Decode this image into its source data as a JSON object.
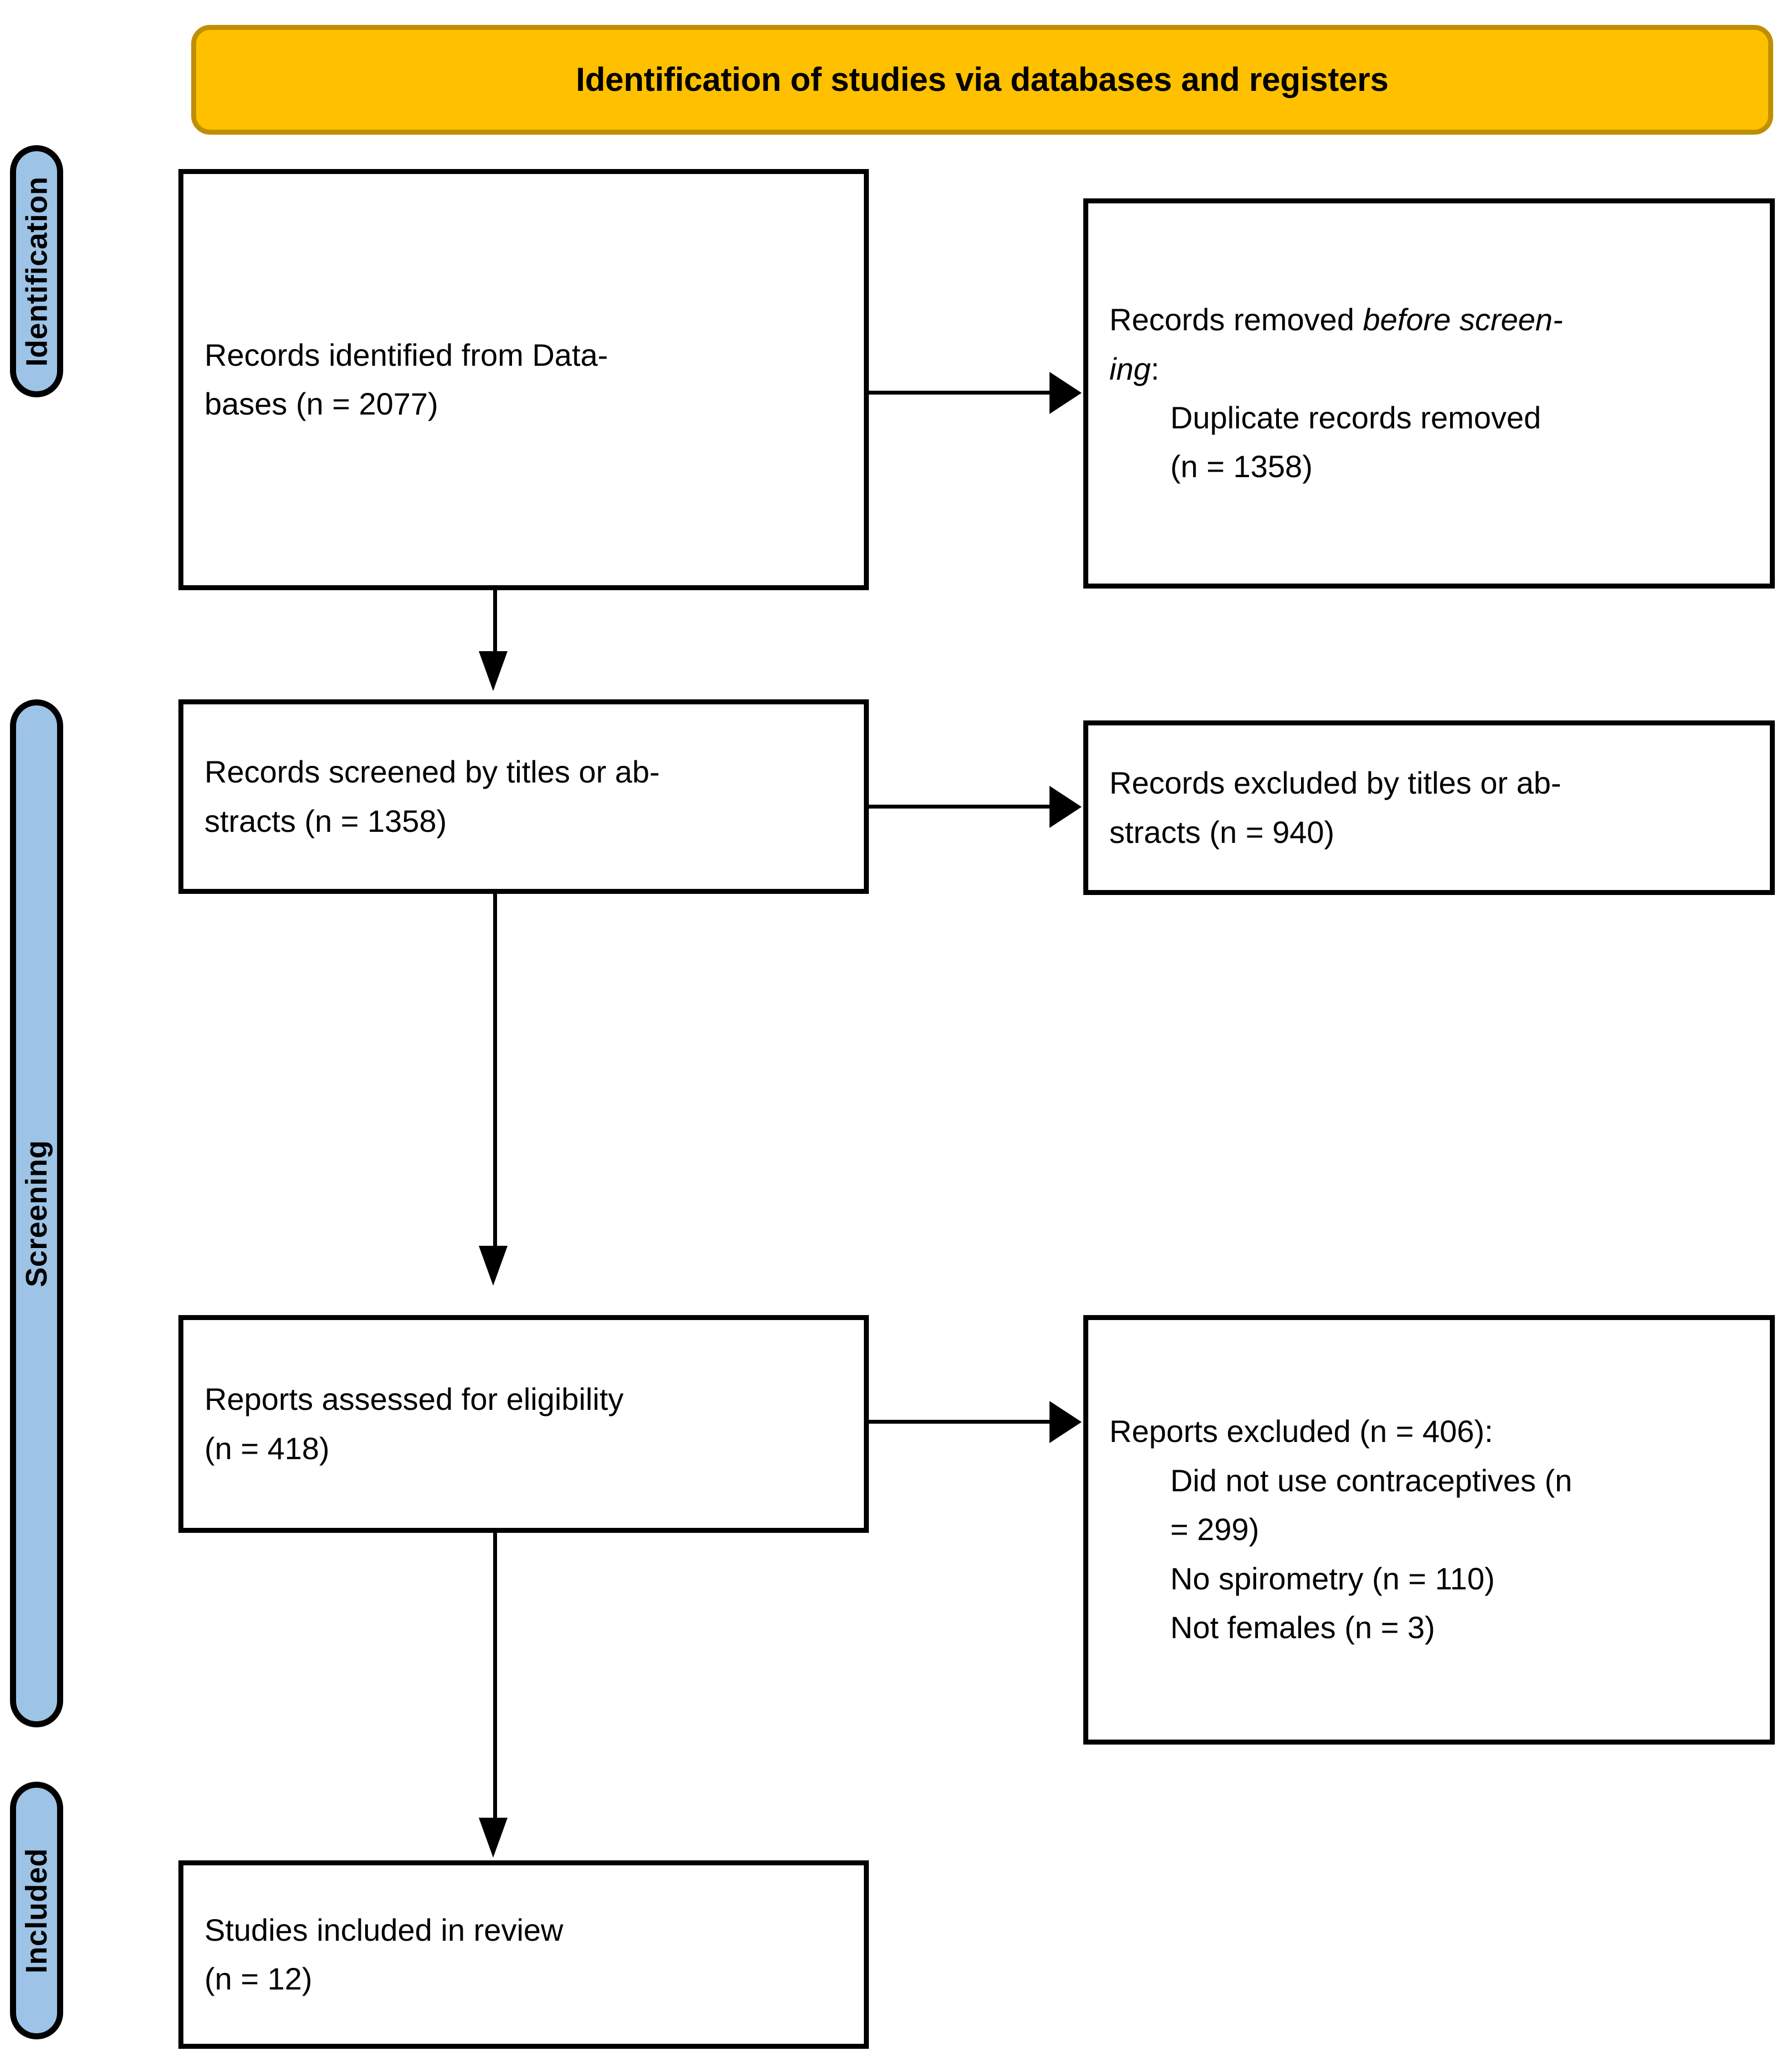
{
  "banner": {
    "title": "Identification of studies via databases and registers",
    "fill_color": "#FFC000",
    "border_color": "#BF8F00"
  },
  "stages": [
    {
      "key": "identification",
      "label": "Identification",
      "fill_color": "#9DC3E6"
    },
    {
      "key": "screening",
      "label": "Screening",
      "fill_color": "#9DC3E6"
    },
    {
      "key": "included",
      "label": "Included",
      "fill_color": "#9DC3E6"
    }
  ],
  "boxes": {
    "identified": {
      "line1": "Records identified from Data-",
      "line2": "bases (n = 2077)",
      "count": 2077
    },
    "removed": {
      "lead_plain": "Records removed ",
      "lead_italic": "before screen-",
      "lead_italic2": "ing",
      "lead_colon": ":",
      "item1": "Duplicate records removed",
      "item2": "(n = 1358)",
      "count": 1358
    },
    "screened": {
      "line1": "Records screened by titles or ab-",
      "line2": "stracts (n = 1358)",
      "count": 1358
    },
    "excluded_titles_abstracts": {
      "line1": "Records excluded by titles or ab-",
      "line2": "stracts (n = 940)",
      "count": 940
    },
    "eligibility": {
      "line1": "Reports assessed for eligibility",
      "line2": "(n = 418)",
      "count": 418
    },
    "excluded_reports": {
      "header": "Reports excluded (n = 406):",
      "count": 406,
      "reasons": [
        {
          "text_line1": "Did not use contraceptives (n",
          "text_line2": "= 299)",
          "count": 299
        },
        {
          "text_line1": "No spirometry (n = 110)",
          "text_line2": "",
          "count": 110
        },
        {
          "text_line1": "Not females (n = 3)",
          "text_line2": "",
          "count": 3
        }
      ]
    },
    "included": {
      "line1": "Studies included in review",
      "line2": "(n = 12)",
      "count": 12
    }
  },
  "chart_data": {
    "type": "diagram",
    "title": "Identification of studies via databases and registers",
    "nodes": [
      {
        "id": "identified",
        "stage": "Identification",
        "label": "Records identified from Databases",
        "n": 2077
      },
      {
        "id": "removed",
        "stage": "Identification",
        "label": "Records removed before screening: Duplicate records removed",
        "n": 1358
      },
      {
        "id": "screened",
        "stage": "Screening",
        "label": "Records screened by titles or abstracts",
        "n": 1358
      },
      {
        "id": "excluded_ta",
        "stage": "Screening",
        "label": "Records excluded by titles or abstracts",
        "n": 940
      },
      {
        "id": "eligibility",
        "stage": "Screening",
        "label": "Reports assessed for eligibility",
        "n": 418
      },
      {
        "id": "excluded_rp",
        "stage": "Screening",
        "label": "Reports excluded",
        "n": 406,
        "breakdown": [
          {
            "reason": "Did not use contraceptives",
            "n": 299
          },
          {
            "reason": "No spirometry",
            "n": 110
          },
          {
            "reason": "Not females",
            "n": 3
          }
        ]
      },
      {
        "id": "included",
        "stage": "Included",
        "label": "Studies included in review",
        "n": 12
      }
    ],
    "edges": [
      {
        "from": "identified",
        "to": "removed",
        "direction": "right"
      },
      {
        "from": "identified",
        "to": "screened",
        "direction": "down"
      },
      {
        "from": "screened",
        "to": "excluded_ta",
        "direction": "right"
      },
      {
        "from": "screened",
        "to": "eligibility",
        "direction": "down"
      },
      {
        "from": "eligibility",
        "to": "excluded_rp",
        "direction": "right"
      },
      {
        "from": "eligibility",
        "to": "included",
        "direction": "down"
      }
    ]
  }
}
